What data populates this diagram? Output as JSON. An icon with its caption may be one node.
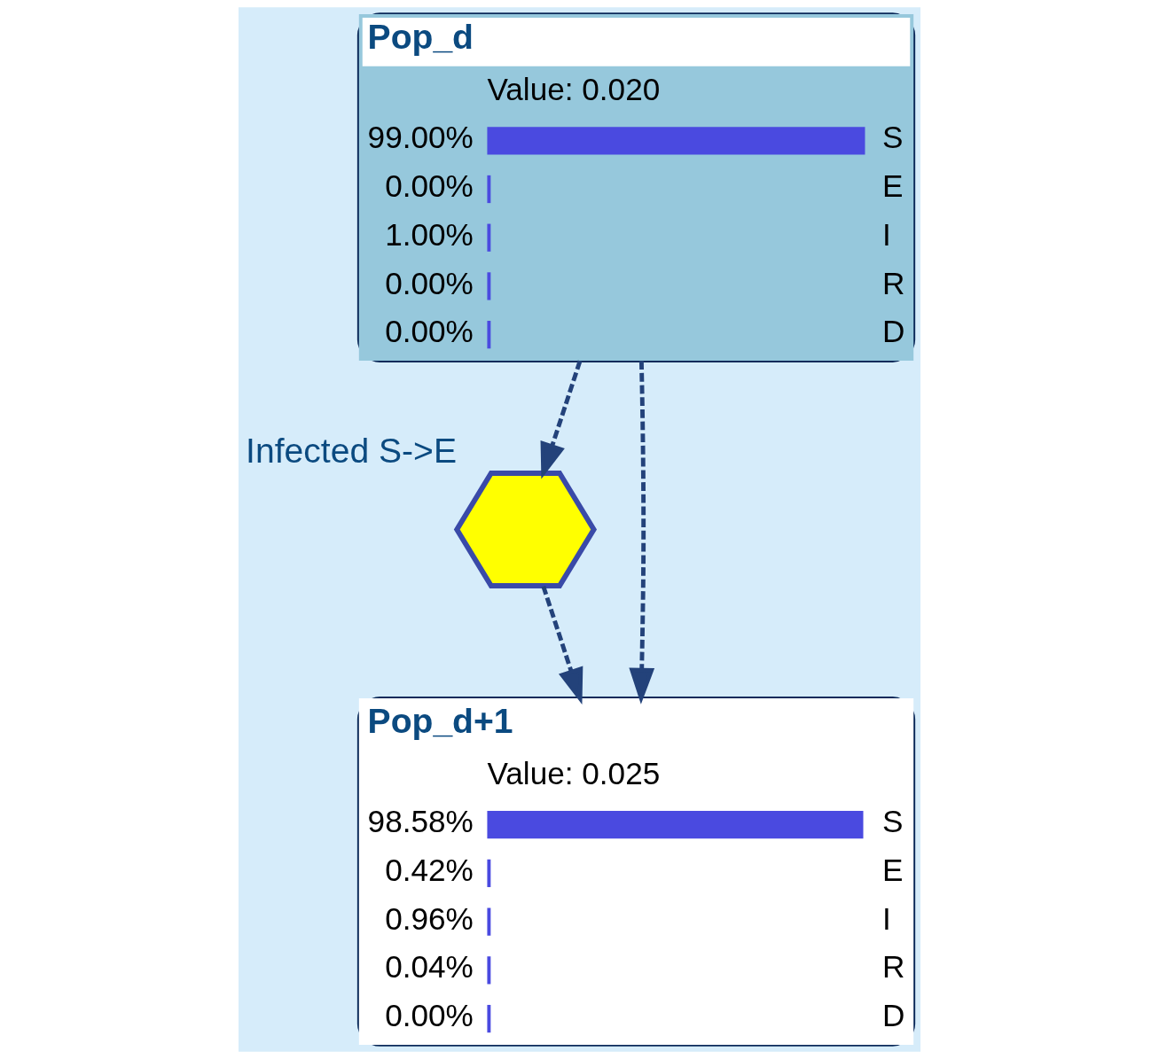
{
  "diagram": {
    "nodes": [
      {
        "text": [
          "Pop_d",
          "Value: 0.020",
          "99.00%",
          "S",
          "0.00%",
          "E",
          "1.00%",
          "I",
          "0.00%",
          "R",
          "0.00%",
          "D"
        ]
      },
      {
        "text": [
          "Infected S->E"
        ]
      },
      {
        "text": [
          "Pop_d+1",
          "Value: 0.025",
          "98.58%",
          "S",
          "0.42%",
          "E",
          "0.96%",
          "I",
          "0.04%",
          "R",
          "0.00%",
          "D"
        ]
      }
    ],
    "edges": [
      {
        "from": 0,
        "to": 1,
        "arrow": "to",
        "style": "dashed"
      },
      {
        "from": 1,
        "to": 2,
        "arrow": "to",
        "style": "dashed"
      },
      {
        "from": 0,
        "to": 2,
        "arrow": "to",
        "style": "dashed"
      }
    ]
  }
}
